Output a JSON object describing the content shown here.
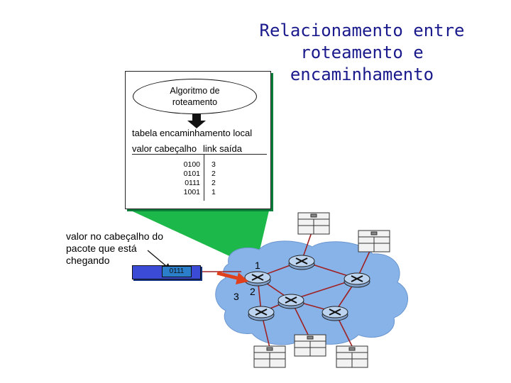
{
  "title": "Relacionamento entre roteamento e encaminhamento",
  "algorithm_label": "Algoritmo de roteamento",
  "table": {
    "title": "tabela encaminhamento local",
    "header_value": "valor cabeçalho",
    "header_link": "link saída",
    "rows": [
      {
        "value": "0100",
        "link": "3"
      },
      {
        "value": "0101",
        "link": "2"
      },
      {
        "value": "0111",
        "link": "2"
      },
      {
        "value": "1001",
        "link": "1"
      }
    ]
  },
  "incoming_label": "valor no cabeçalho do pacote que está chegando",
  "packet_header_value": "0111",
  "link_labels": [
    "1",
    "2",
    "3"
  ],
  "colors": {
    "title": "#1a1a8c",
    "network_cloud": "#87b3e8",
    "router_fill": "#bcd4ef",
    "link_line": "#a02020",
    "output_arrow": "#e0401b",
    "packet_fill": "#3c4bd6",
    "packet_field": "#2b7ec9",
    "box_shadow": "#0b7e3a",
    "hosts_fill": "#f2f2f2"
  }
}
